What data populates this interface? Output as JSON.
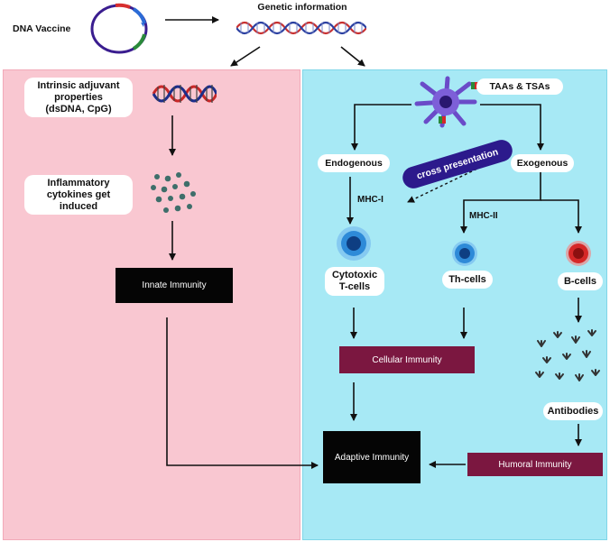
{
  "header": {
    "dna_vaccine": "DNA Vaccine",
    "genetic_information": "Genetic information"
  },
  "left": {
    "adjuvant_line1": "Intrinsic adjuvant",
    "adjuvant_line2": "properties",
    "adjuvant_line3": "(dsDNA, CpG)",
    "cytokines_line1": "Inflammatory",
    "cytokines_line2": "cytokines get",
    "cytokines_line3": "induced",
    "innate": "Innate Immunity"
  },
  "right": {
    "taas": "TAAs & TSAs",
    "endogenous": "Endogenous",
    "exogenous": "Exogenous",
    "cross_presentation": "cross presentation",
    "mhc1": "MHC-I",
    "mhc2": "MHC-II",
    "cytotoxic_line1": "Cytotoxic",
    "cytotoxic_line2": "T-cells",
    "th_cells": "Th-cells",
    "b_cells": "B-cells",
    "cellular": "Cellular Immunity",
    "antibodies": "Antibodies",
    "humoral": "Humoral Immunity",
    "adaptive": "Adaptive Immunity"
  },
  "colors": {
    "left_panel": "#f9c7d1",
    "right_panel": "#a7e9f5",
    "maroon": "#7b1740",
    "cross_presentation": "#2c1a8c",
    "dendritic_cell": "#6a4bc8",
    "t_cell": "#1f78c8",
    "b_cell": "#d62828"
  }
}
